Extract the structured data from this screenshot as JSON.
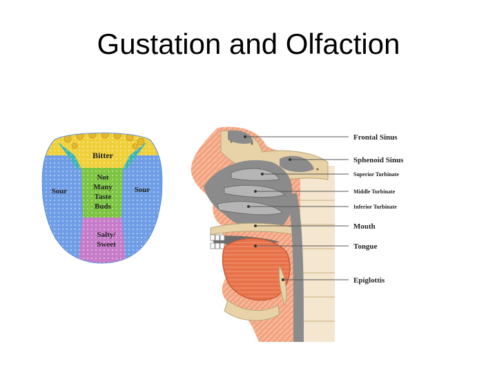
{
  "slide": {
    "title": "Gustation and Olfaction"
  },
  "tongue_diagram": {
    "regions": [
      {
        "label": "Bitter",
        "color": "#f0d03a"
      },
      {
        "label_lines": [
          "Not",
          "Many",
          "Taste",
          "Buds"
        ],
        "color": "#7cc441"
      },
      {
        "label": "Sour",
        "color": "#6f9ee6"
      },
      {
        "label": "Sour",
        "color": "#6f9ee6"
      },
      {
        "label_lines": [
          "Salty/",
          "Sweet"
        ],
        "color": "#c77cc9"
      }
    ],
    "teal_color": "#3cb6b4"
  },
  "head_diagram": {
    "labels": [
      {
        "text": "Frontal  Sinus"
      },
      {
        "text": "Sphenoid  Sinus"
      },
      {
        "text": "Superior  Turbinate"
      },
      {
        "text": "Middle  Turbinate"
      },
      {
        "text": "Inferior  Turbinate"
      },
      {
        "text": "Mouth"
      },
      {
        "text": "Tongue"
      },
      {
        "text": "Epiglottis"
      }
    ],
    "colors": {
      "skin": "#f3a27f",
      "bone": "#e8d3a8",
      "cavity": "#8b8b8b",
      "tongue": "#e8724a"
    }
  }
}
